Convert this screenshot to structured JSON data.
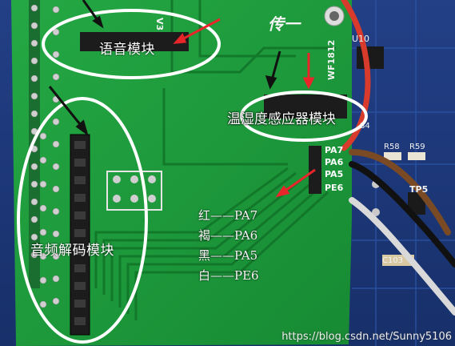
{
  "annotations": {
    "voice_module": "语音模块",
    "temp_humidity_module": "温湿度感应器模块",
    "audio_decoder_module": "音频解码模块"
  },
  "wire_mapping": [
    {
      "color_name": "红",
      "dash": "——",
      "pin": "PA7"
    },
    {
      "color_name": "褐",
      "dash": "——",
      "pin": "PA6"
    },
    {
      "color_name": "黑",
      "dash": "——",
      "pin": "PA5"
    },
    {
      "color_name": "白",
      "dash": "——",
      "pin": "PE6"
    }
  ],
  "board_silkscreen": {
    "pins": [
      "PA7",
      "PA6",
      "PA5",
      "PE6"
    ],
    "board_id": "WF1812",
    "brand": "传一",
    "u10": "U10",
    "tp5": "TP5",
    "c103": "C103",
    "r58": "R58",
    "r59": "R59",
    "s4": "S4",
    "v3": "V3"
  },
  "watermark": "https://blog.csdn.net/Sunny5106",
  "colors": {
    "pcb_green": "#1f9a3a",
    "pcb_green_dark": "#15802c",
    "base_board_blue": "#1d3a7a",
    "annotation_ring": "#ffffff",
    "arrow_red": "#e8262a",
    "arrow_black": "#111111"
  }
}
